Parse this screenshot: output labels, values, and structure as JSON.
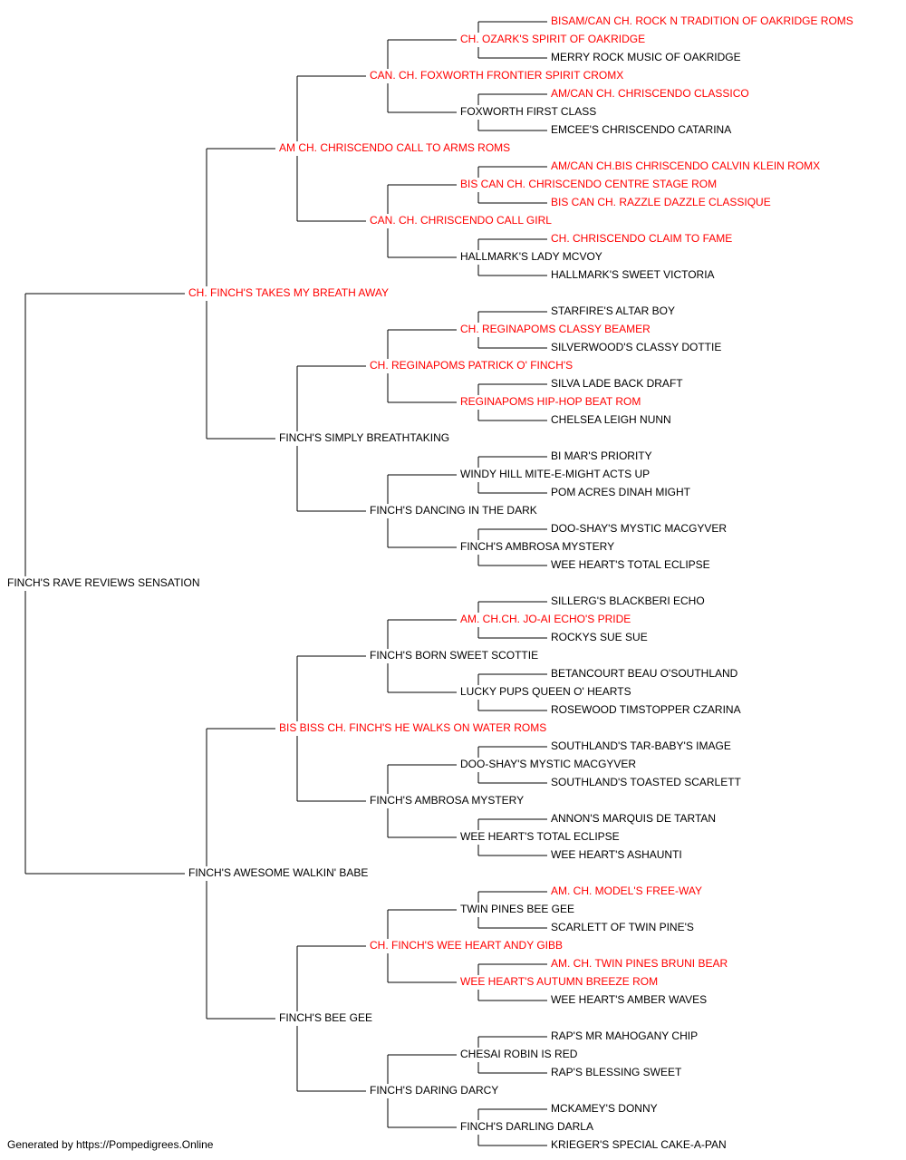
{
  "colors": {
    "titled": "#ff0000",
    "normal": "#000000",
    "line": "#000000"
  },
  "pedigree": {
    "name": "FINCH'S RAVE REVIEWS SENSATION",
    "titled": false,
    "sire": {
      "name": "CH. FINCH'S TAKES MY BREATH AWAY",
      "titled": true,
      "sire": {
        "name": "AM CH. CHRISCENDO CALL TO ARMS ROMS",
        "titled": true,
        "sire": {
          "name": "CAN. CH. FOXWORTH FRONTIER SPIRIT CROMX",
          "titled": true,
          "sire": {
            "name": "CH. OZARK'S SPIRIT OF OAKRIDGE",
            "titled": true,
            "sire": {
              "name": "BISAM/CAN CH. ROCK N TRADITION OF OAKRIDGE ROMS",
              "titled": true
            },
            "dam": {
              "name": "MERRY ROCK MUSIC OF OAKRIDGE",
              "titled": false
            }
          },
          "dam": {
            "name": "FOXWORTH FIRST CLASS",
            "titled": false,
            "sire": {
              "name": "AM/CAN CH. CHRISCENDO CLASSICO",
              "titled": true
            },
            "dam": {
              "name": "EMCEE'S CHRISCENDO CATARINA",
              "titled": false
            }
          }
        },
        "dam": {
          "name": "CAN. CH. CHRISCENDO CALL GIRL",
          "titled": true,
          "sire": {
            "name": "BIS CAN CH. CHRISCENDO CENTRE STAGE ROM",
            "titled": true,
            "sire": {
              "name": "AM/CAN CH.BIS CHRISCENDO CALVIN KLEIN ROMX",
              "titled": true
            },
            "dam": {
              "name": "BIS CAN CH. RAZZLE DAZZLE CLASSIQUE",
              "titled": true
            }
          },
          "dam": {
            "name": "HALLMARK'S LADY MCVOY",
            "titled": false,
            "sire": {
              "name": "CH. CHRISCENDO CLAIM TO FAME",
              "titled": true
            },
            "dam": {
              "name": "HALLMARK'S SWEET VICTORIA",
              "titled": false
            }
          }
        }
      },
      "dam": {
        "name": "FINCH'S SIMPLY BREATHTAKING",
        "titled": false,
        "sire": {
          "name": "CH. REGINAPOMS PATRICK O' FINCH'S",
          "titled": true,
          "sire": {
            "name": "CH. REGINAPOMS CLASSY BEAMER",
            "titled": true,
            "sire": {
              "name": "STARFIRE'S ALTAR BOY",
              "titled": false
            },
            "dam": {
              "name": "SILVERWOOD'S CLASSY DOTTIE",
              "titled": false
            }
          },
          "dam": {
            "name": "REGINAPOMS HIP-HOP BEAT ROM",
            "titled": true,
            "sire": {
              "name": "SILVA LADE BACK DRAFT",
              "titled": false
            },
            "dam": {
              "name": "CHELSEA LEIGH NUNN",
              "titled": false
            }
          }
        },
        "dam": {
          "name": "FINCH'S DANCING IN THE DARK",
          "titled": false,
          "sire": {
            "name": "WINDY HILL MITE-E-MIGHT ACTS UP",
            "titled": false,
            "sire": {
              "name": "BI MAR'S PRIORITY",
              "titled": false
            },
            "dam": {
              "name": "POM ACRES DINAH MIGHT",
              "titled": false
            }
          },
          "dam": {
            "name": "FINCH'S AMBROSA MYSTERY",
            "titled": false,
            "sire": {
              "name": "DOO-SHAY'S MYSTIC MACGYVER",
              "titled": false
            },
            "dam": {
              "name": "WEE HEART'S TOTAL ECLIPSE",
              "titled": false
            }
          }
        }
      }
    },
    "dam": {
      "name": "FINCH'S AWESOME WALKIN' BABE",
      "titled": false,
      "sire": {
        "name": "BIS BISS CH. FINCH'S HE WALKS ON WATER ROMS",
        "titled": true,
        "sire": {
          "name": "FINCH'S BORN SWEET SCOTTIE",
          "titled": false,
          "sire": {
            "name": "AM. CH.CH. JO-AI ECHO'S PRIDE",
            "titled": true,
            "sire": {
              "name": "SILLERG'S BLACKBERI ECHO",
              "titled": false
            },
            "dam": {
              "name": "ROCKYS SUE SUE",
              "titled": false
            }
          },
          "dam": {
            "name": "LUCKY PUPS QUEEN O' HEARTS",
            "titled": false,
            "sire": {
              "name": "BETANCOURT BEAU O'SOUTHLAND",
              "titled": false
            },
            "dam": {
              "name": "ROSEWOOD TIMSTOPPER CZARINA",
              "titled": false
            }
          }
        },
        "dam": {
          "name": "FINCH'S AMBROSA MYSTERY",
          "titled": false,
          "sire": {
            "name": "DOO-SHAY'S MYSTIC MACGYVER",
            "titled": false,
            "sire": {
              "name": "SOUTHLAND'S TAR-BABY'S IMAGE",
              "titled": false
            },
            "dam": {
              "name": "SOUTHLAND'S TOASTED SCARLETT",
              "titled": false
            }
          },
          "dam": {
            "name": "WEE HEART'S TOTAL ECLIPSE",
            "titled": false,
            "sire": {
              "name": "ANNON'S MARQUIS DE TARTAN",
              "titled": false
            },
            "dam": {
              "name": "WEE HEART'S ASHAUNTI",
              "titled": false
            }
          }
        }
      },
      "dam": {
        "name": "FINCH'S BEE GEE",
        "titled": false,
        "sire": {
          "name": "CH. FINCH'S WEE HEART ANDY GIBB",
          "titled": true,
          "sire": {
            "name": "TWIN PINES BEE GEE",
            "titled": false,
            "sire": {
              "name": "AM. CH. MODEL'S FREE-WAY",
              "titled": true
            },
            "dam": {
              "name": "SCARLETT OF TWIN PINE'S",
              "titled": false
            }
          },
          "dam": {
            "name": "WEE HEART'S AUTUMN BREEZE ROM",
            "titled": true,
            "sire": {
              "name": "AM. CH. TWIN PINES BRUNI BEAR",
              "titled": true
            },
            "dam": {
              "name": "WEE HEART'S AMBER WAVES",
              "titled": false
            }
          }
        },
        "dam": {
          "name": "FINCH'S DARING DARCY",
          "titled": false,
          "sire": {
            "name": "CHESAI ROBIN IS RED",
            "titled": false,
            "sire": {
              "name": "RAP'S MR MAHOGANY CHIP",
              "titled": false
            },
            "dam": {
              "name": "RAP'S BLESSING SWEET",
              "titled": false
            }
          },
          "dam": {
            "name": "FINCH'S DARLING DARLA",
            "titled": false,
            "sire": {
              "name": "MCKAMEY'S DONNY",
              "titled": false
            },
            "dam": {
              "name": "KRIEGER'S SPECIAL CAKE-A-PAN",
              "titled": false
            }
          }
        }
      }
    }
  },
  "footer": "Generated by https://Pompedigrees.Online"
}
